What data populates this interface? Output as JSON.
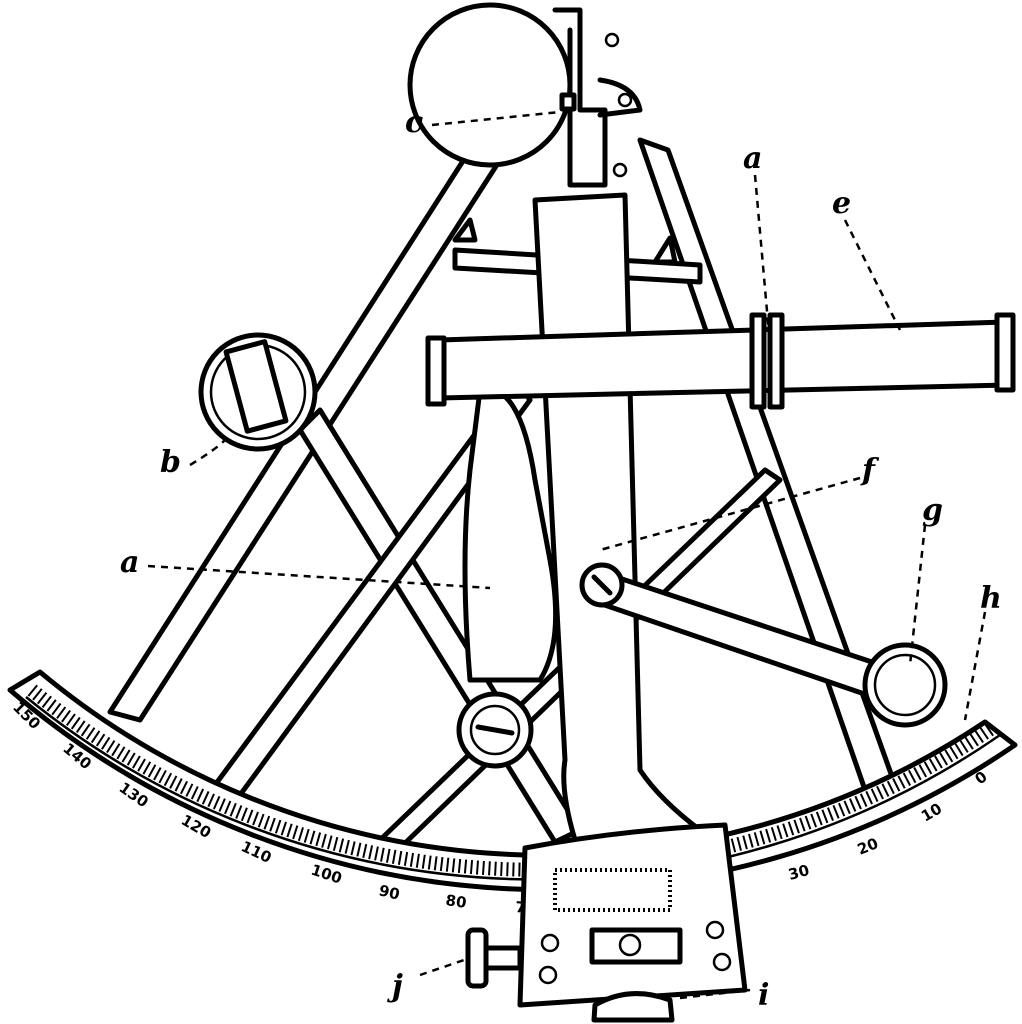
{
  "labels": {
    "c": "c",
    "a_top": "a",
    "e": "e",
    "b": "b",
    "f": "f",
    "g": "g",
    "a_left": "a",
    "h": "h",
    "j": "j",
    "i": "i"
  },
  "scale": [
    "150",
    "140",
    "130",
    "120",
    "110",
    "100",
    "90",
    "80",
    "7",
    "30",
    "20",
    "10",
    "0"
  ]
}
